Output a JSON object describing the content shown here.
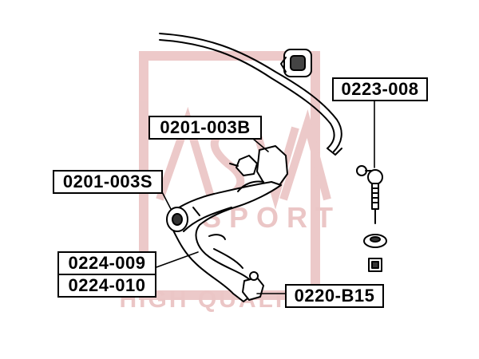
{
  "watermark": {
    "logo": "ASVA",
    "line1": "SPORT",
    "line2": "HIGH QUALITY",
    "color": "#e6b3b3"
  },
  "parts": [
    {
      "id": "stabilizer-bushing",
      "label": "0201-003B"
    },
    {
      "id": "arm-bushing",
      "label": "0201-003S"
    },
    {
      "id": "control-arm-left",
      "label": "0224-009"
    },
    {
      "id": "control-arm-right",
      "label": "0224-010"
    },
    {
      "id": "ball-joint",
      "label": "0220-B15"
    },
    {
      "id": "stabilizer-link",
      "label": "0223-008"
    }
  ]
}
